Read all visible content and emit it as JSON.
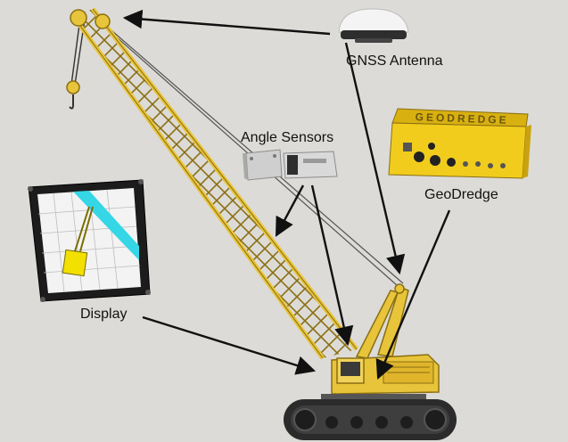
{
  "colors": {
    "background": "#dcdbd7",
    "crane_yellow": "#e8c43a",
    "crane_dark": "#8a6f12",
    "box_yellow": "#f2cc1d",
    "track": "#2b2b2b",
    "arrow": "#111111",
    "screen_cyan": "#35d6e6"
  },
  "labels": {
    "gnss": "GNSS Antenna",
    "angle": "Angle Sensors",
    "geodredge": "GeoDredge",
    "display": "Display"
  },
  "box_brand": "GEODREDGE",
  "icons": [
    "gnss-antenna-icon",
    "angle-sensor-icon",
    "geodredge-box-icon",
    "display-monitor-icon",
    "crawler-crane-icon"
  ]
}
